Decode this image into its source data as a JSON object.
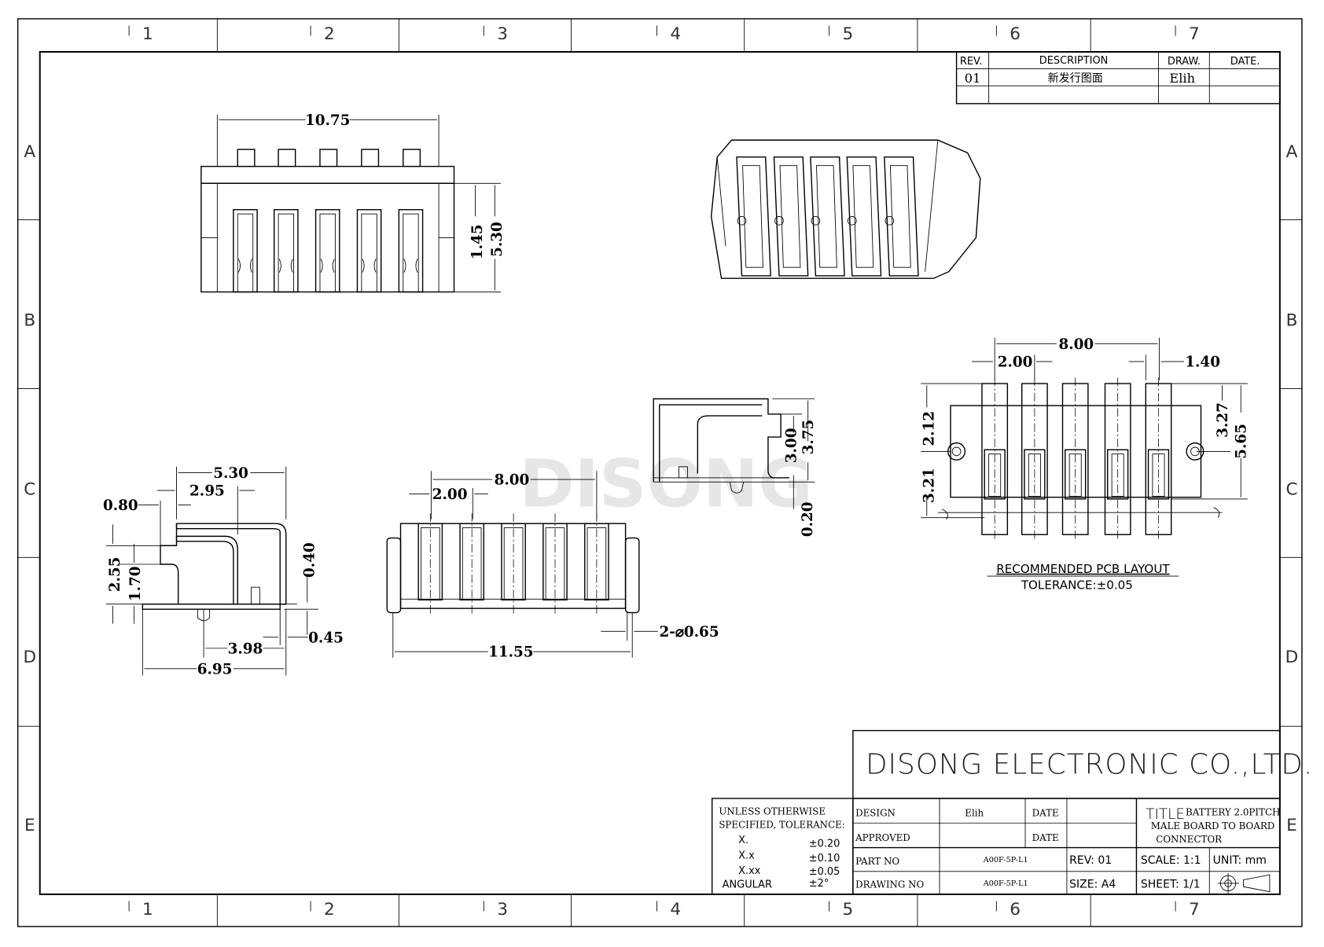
{
  "frame": {
    "columns": [
      "1",
      "2",
      "3",
      "4",
      "5",
      "6",
      "7"
    ],
    "rows": [
      "A",
      "B",
      "C",
      "D",
      "E"
    ]
  },
  "revision_table": {
    "headers": {
      "rev": "REV.",
      "description": "DESCRIPTION",
      "draw": "DRAW.",
      "date": "DATE."
    },
    "rows": [
      {
        "rev": "01",
        "description": "新发行图面",
        "draw": "Elih",
        "date": ""
      }
    ]
  },
  "watermark": "DISONG",
  "front_view": {
    "width": "10.75",
    "height_a": "1.45",
    "height_b": "5.30"
  },
  "side_view": {
    "d_530": "5.30",
    "d_295": "2.95",
    "d_080": "0.80",
    "d_255": "2.55",
    "d_170": "1.70",
    "d_040": "0.40",
    "d_045": "0.45",
    "d_398": "3.98",
    "d_695": "6.95"
  },
  "bottom_view": {
    "pitch_total": "8.00",
    "pitch": "2.00",
    "length": "11.55",
    "peg": "2-⌀0.65"
  },
  "end_view": {
    "d_375": "3.75",
    "d_300": "3.00",
    "d_020": "0.20"
  },
  "pcb_layout": {
    "total": "8.00",
    "pitch": "2.00",
    "pad": "1.40",
    "d_212": "2.12",
    "d_321": "3.21",
    "d_327": "3.27",
    "d_565": "5.65",
    "title": "RECOMMENDED  PCB  LAYOUT",
    "tolerance": "TOLERANCE:±0.05"
  },
  "title_block": {
    "company": "DISONG ELECTRONIC CO.,LTD.",
    "tolerance_heading_1": "UNLESS OTHERWISE",
    "tolerance_heading_2": "SPECIFIED, TOLERANCE:",
    "tolerances": [
      {
        "label": "X.",
        "value": "±0.20"
      },
      {
        "label": "X.x",
        "value": "±0.10"
      },
      {
        "label": "X.xx",
        "value": "±0.05"
      },
      {
        "label": "ANGULAR",
        "value": "±2°"
      }
    ],
    "design_label": "DESIGN",
    "design_value": "Elih",
    "approved_label": "APPROVED",
    "approved_value": "",
    "date_label": "DATE",
    "part_no_label": "PART NO",
    "part_no": "A00F-5P-L1",
    "drawing_no_label": "DRAWING NO",
    "drawing_no": "A00F-5P-L1",
    "rev": "REV:  01",
    "size": "SIZE: A4",
    "scale": "SCALE: 1:1",
    "sheet": "SHEET: 1/1",
    "unit": "UNIT: mm",
    "title_label": "TITLE",
    "title_lines": [
      "BATTERY 2.0PITCH",
      "MALE BOARD TO BOARD",
      "CONNECTOR"
    ]
  }
}
